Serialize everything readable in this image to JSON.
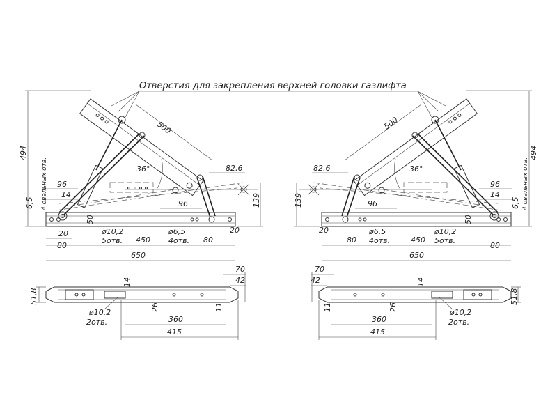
{
  "title": "Отверстия для закрепления верхней головки газлифта",
  "left": {
    "d494": "494",
    "d500": "500",
    "d36": "36°",
    "d826": "82,6",
    "d139": "139",
    "d96a": "96",
    "d14": "14",
    "d65": "6,5",
    "d4holes": "4 овальных отв.",
    "d96b": "96",
    "d50": "50",
    "d20a": "20",
    "d20b": "20",
    "d80a": "80",
    "d450": "450",
    "d80b": "80",
    "d102": "ø10,2",
    "d5holes": "5отв.",
    "d65h": "ø6,5",
    "d4hole": "4отв.",
    "d650": "650"
  },
  "right": {
    "d494": "494",
    "d500": "500",
    "d36": "36°",
    "d826": "82,6",
    "d139": "139",
    "d96a": "96",
    "d14": "14",
    "d65": "6,5",
    "d4holes": "4 овальных отв.",
    "d96b": "96",
    "d50": "50",
    "d20a": "20",
    "d80a": "80",
    "d450": "450",
    "d80b": "80",
    "d102": "ø10,2",
    "d5holes": "5отв.",
    "d65h": "ø6,5",
    "d4hole": "4отв.",
    "d650": "650"
  },
  "bottom_left": {
    "d70": "70",
    "d42": "42",
    "d518": "51,8",
    "d14": "14",
    "d26": "26",
    "d11": "11",
    "d102": "ø10,2",
    "d2holes": "2отв.",
    "d360": "360",
    "d415": "415"
  },
  "bottom_right": {
    "d70": "70",
    "d42": "42",
    "d518": "51,8",
    "d14": "14",
    "d26": "26",
    "d11": "11",
    "d102": "ø10,2",
    "d2holes": "2отв.",
    "d360": "360",
    "d415": "415"
  }
}
